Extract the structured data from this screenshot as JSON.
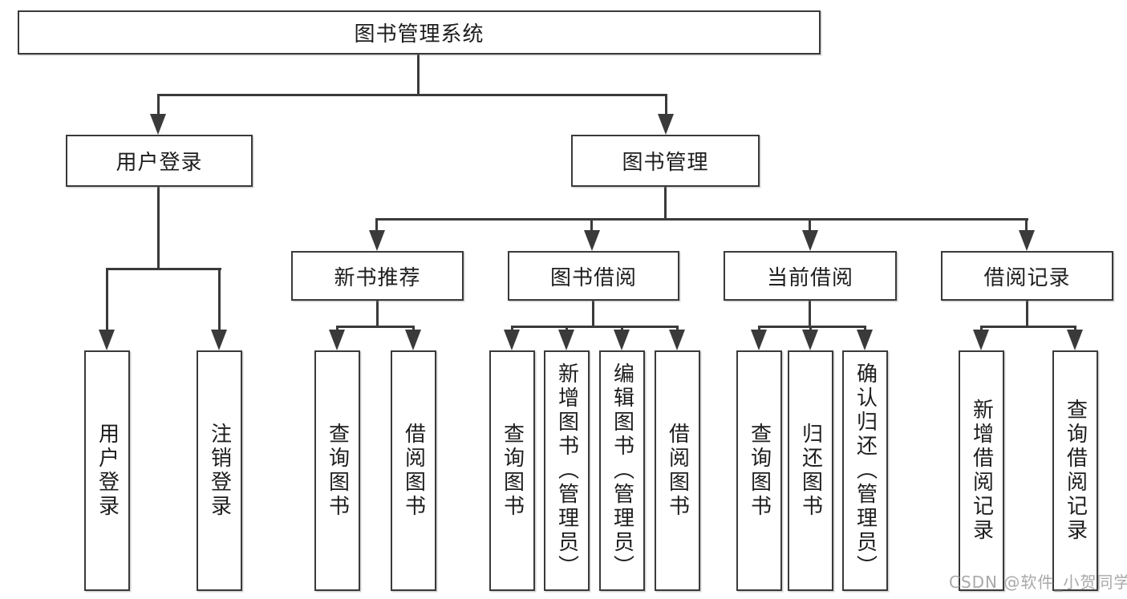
{
  "root": {
    "label": "图书管理系统"
  },
  "level2": [
    {
      "label": "用户登录"
    },
    {
      "label": "图书管理"
    }
  ],
  "level3": [
    {
      "label": "新书推荐"
    },
    {
      "label": "图书借阅"
    },
    {
      "label": "当前借阅"
    },
    {
      "label": "借阅记录"
    }
  ],
  "leaves": [
    {
      "label": "用户登录"
    },
    {
      "label": "注销登录"
    },
    {
      "label": "查询图书"
    },
    {
      "label": "借阅图书"
    },
    {
      "label": "查询图书"
    },
    {
      "label": "新增图书（管理员）"
    },
    {
      "label": "编辑图书（管理员）"
    },
    {
      "label": "借阅图书"
    },
    {
      "label": "查询图书"
    },
    {
      "label": "归还图书"
    },
    {
      "label": "确认归还（管理员）"
    },
    {
      "label": "新增借阅记录"
    },
    {
      "label": "查询借阅记录"
    }
  ],
  "watermark": {
    "text": "CSDN @软件_小贺同学"
  },
  "colors": {
    "line": "#3a3a3a",
    "text": "#1d1d1d",
    "watermark": "#a9a9a9",
    "background": "#ffffff"
  }
}
